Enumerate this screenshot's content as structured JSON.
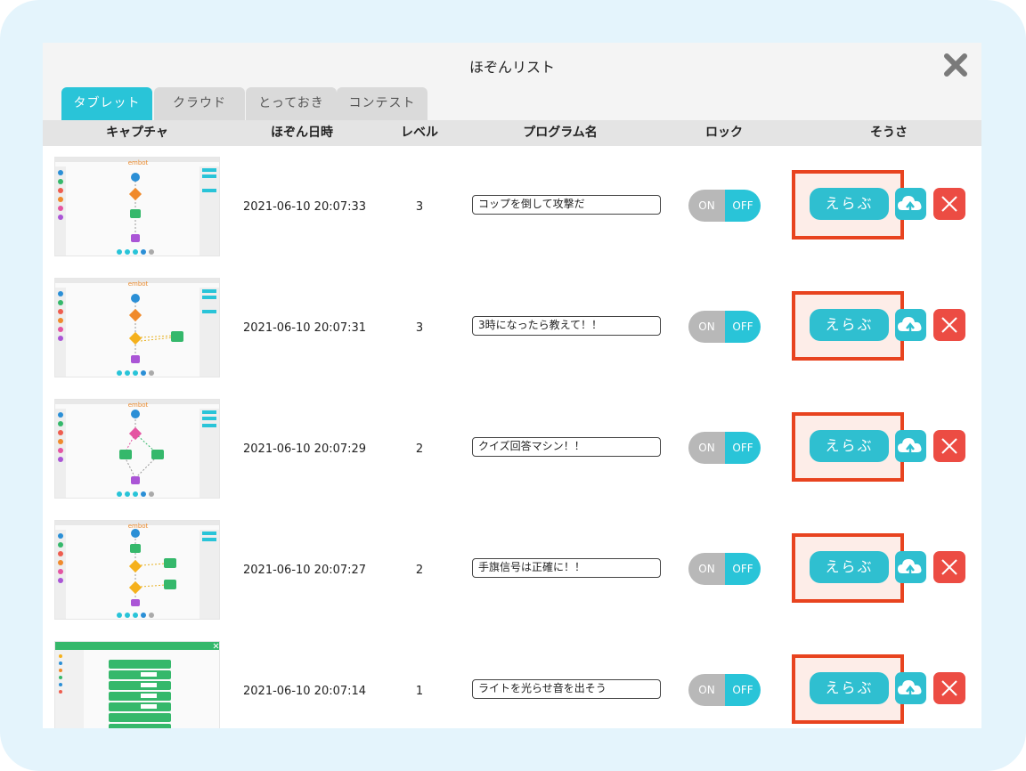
{
  "dialog": {
    "title": "ほぞんリスト",
    "close_icon": "close-x-icon"
  },
  "tabs": [
    {
      "label": "タブレット",
      "active": true
    },
    {
      "label": "クラウド",
      "active": false
    },
    {
      "label": "とっておき",
      "active": false
    },
    {
      "label": "コンテスト",
      "active": false
    }
  ],
  "columns": {
    "capture": "キャプチャ",
    "saved_at": "ほぞん日時",
    "level": "レベル",
    "program_name": "プログラム名",
    "lock": "ロック",
    "actions": "そうさ"
  },
  "rows": [
    {
      "saved_at": "2021-06-10 20:07:33",
      "level": "3",
      "program_name": "コップを倒して攻撃だ",
      "lock_on": "ON",
      "lock_off": "OFF",
      "select_label": "えらぶ",
      "thumb_logo": "embot"
    },
    {
      "saved_at": "2021-06-10 20:07:31",
      "level": "3",
      "program_name": "3時になったら教えて！！",
      "lock_on": "ON",
      "lock_off": "OFF",
      "select_label": "えらぶ",
      "thumb_logo": "embot"
    },
    {
      "saved_at": "2021-06-10 20:07:29",
      "level": "2",
      "program_name": "クイズ回答マシン！！",
      "lock_on": "ON",
      "lock_off": "OFF",
      "select_label": "えらぶ",
      "thumb_logo": "embot"
    },
    {
      "saved_at": "2021-06-10 20:07:27",
      "level": "2",
      "program_name": "手旗信号は正確に！！",
      "lock_on": "ON",
      "lock_off": "OFF",
      "select_label": "えらぶ",
      "thumb_logo": "embot"
    },
    {
      "saved_at": "2021-06-10 20:07:14",
      "level": "1",
      "program_name": "ライトを光らせ音を出そう",
      "lock_on": "ON",
      "lock_off": "OFF",
      "select_label": "えらぶ",
      "thumb_logo": ""
    }
  ],
  "colors": {
    "accent": "#29c4d8",
    "delete": "#ec4c43",
    "highlight": "#e8431f",
    "lock_on_inactive": "#b8b8b8"
  }
}
